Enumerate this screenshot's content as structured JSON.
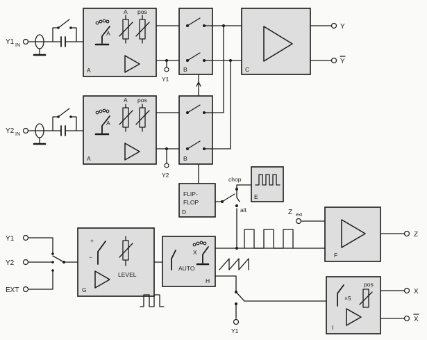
{
  "inputs": {
    "y1_main": "Y1",
    "y1_sub": "IN",
    "y2_main": "Y2",
    "y2_sub": "IN",
    "y1": "Y1",
    "y2": "Y2",
    "ext": "EXT"
  },
  "outputs": {
    "y": "Y",
    "y_bar": "Y",
    "z": "Z",
    "x": "X",
    "x_bar": "X"
  },
  "blocks": {
    "a": "A",
    "b": "B",
    "c": "C",
    "d": "D",
    "e": "E",
    "f": "F",
    "g": "G",
    "h": "H",
    "i": "I"
  },
  "labels": {
    "attenuator": "A",
    "pos": "pos",
    "flip": "FLIP-",
    "flop": "FLOP",
    "chop": "chop",
    "alt": "alt",
    "z_main": "Z",
    "z_sub": "ext",
    "level": "LEVEL",
    "auto": "AUTO",
    "x": "X",
    "x5": "×5",
    "plus": "+",
    "minus": "−",
    "tap_y1": "Y1",
    "tap_y2": "Y2",
    "ctrl_y1": "Y1"
  }
}
